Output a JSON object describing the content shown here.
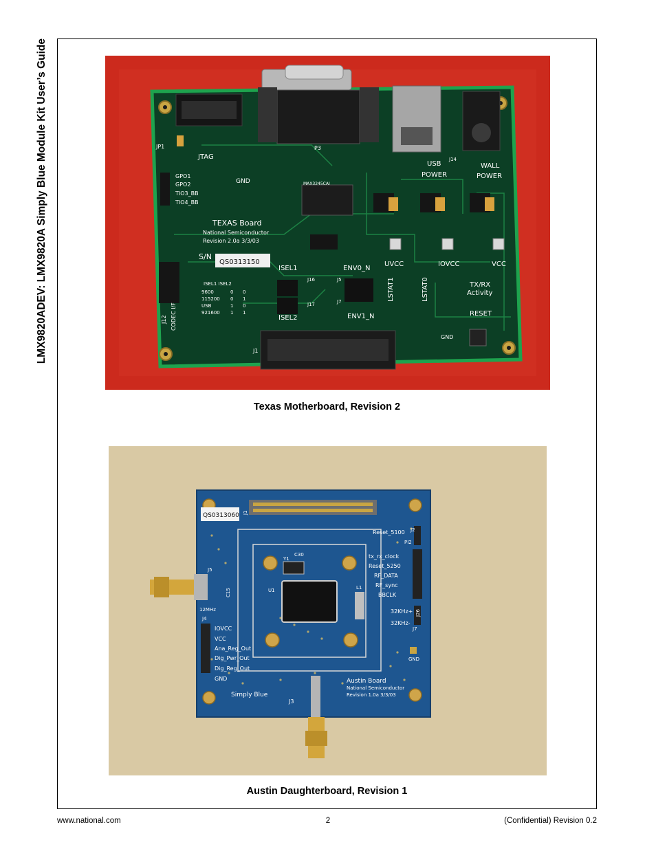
{
  "document": {
    "side_title": "LMX9820ADEV:  LMX9820A Simply Blue Module Kit User’s Guide"
  },
  "figures": [
    {
      "caption": "Texas Motherboard, Revision 2",
      "photo_alt": "Texas Board circuit board photo",
      "silkscreen": {
        "board_name": "TEXAS Board",
        "maker": "National Semiconductor",
        "revision": "Revision 2.0a  3/3/03",
        "sn_label": "S/N",
        "serial": "QS0313150",
        "jtag": "JTAG",
        "jp1": "JP1",
        "p3": "P3",
        "j1": "J1",
        "j12": "J12",
        "j14": "J14",
        "j5": "J5",
        "j7": "J7",
        "j16": "J16",
        "j17": "J17",
        "gnd": "GND",
        "gpo1": "GPO1",
        "gpo2": "GPO2",
        "ti03": "TIO3_BB",
        "ti04": "TIO4_BB",
        "usb_power_1": "USB",
        "usb_power_2": "POWER",
        "wall_power_1": "WALL",
        "wall_power_2": "POWER",
        "isel1": "ISEL1",
        "isel2": "ISEL2",
        "env0": "ENV0_N",
        "env1": "ENV1_N",
        "uvcc": "UVCC",
        "iovcc": "IOVCC",
        "vcc": "VCC",
        "lstat1": "LSTAT1",
        "lstat0": "LSTAT0",
        "txrx_1": "TX/RX",
        "txrx_2": "Activity",
        "reset": "RESET",
        "codec": "CODEC I/F",
        "chip": "MAX3245CAI",
        "table_head": "ISEL1 ISEL2",
        "baud_rows": [
          {
            "rate": "9600",
            "a": "0",
            "b": "0"
          },
          {
            "rate": "115200",
            "a": "0",
            "b": "1"
          },
          {
            "rate": "USB",
            "a": "1",
            "b": "0"
          },
          {
            "rate": "921600",
            "a": "1",
            "b": "1"
          }
        ]
      }
    },
    {
      "caption": "Austin Daughterboard, Revision 1",
      "photo_alt": "Austin Board circuit board photo",
      "silkscreen": {
        "serial": "QS0313060",
        "j1": "J1",
        "j2": "J2",
        "pi2": "PI2",
        "j3": "J3",
        "j4": "J4",
        "j5": "J5",
        "j7": "J7",
        "j26": "J26",
        "y1": "Y1",
        "c30": "C30",
        "c15": "C15",
        "u1": "U1",
        "l1": "L1",
        "mhz": "12MHz",
        "iovcc": "IOVCC",
        "vcc": "VCC",
        "ana": "Ana_Reg_Out",
        "dig_pwr": "Dig_Pwr_Out",
        "dig_reg": "Dig_Reg_Out",
        "gnd_left": "GND",
        "gnd_right": "GND",
        "reset5100": "Reset_5100",
        "txrx_clock": "tx_rx_clock",
        "reset5250": "Reset_5250",
        "rf_data": "RF_DATA",
        "rf_sync": "RF_sync",
        "bclk": "BBCLK",
        "k32p": "32KHz+",
        "k32m": "32KHz-",
        "board_name": "Austin Board",
        "maker": "National Semiconductor",
        "revision": "Revision 1.0a 3/3/03",
        "simply_blue": "Simply Blue"
      }
    }
  ],
  "footer": {
    "website": "www.national.com",
    "page_number": "2",
    "revision": "(Confidential) Revision 0.2"
  }
}
